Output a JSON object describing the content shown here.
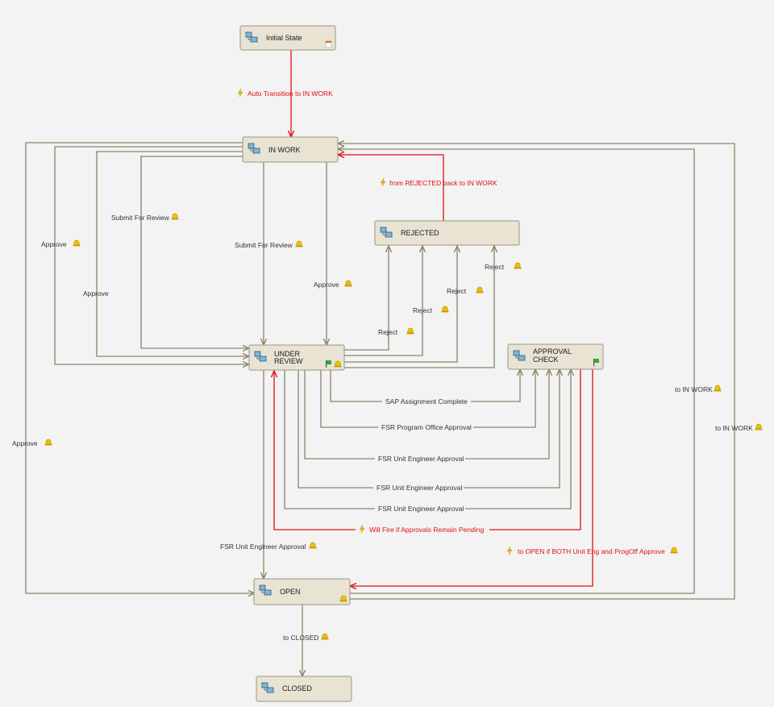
{
  "colors": {
    "edge": "#8a8468",
    "edge_red": "#e01010",
    "node_fill": "#e8e3d2",
    "node_border": "#9a9684",
    "bell": "#e8b400",
    "flag": "#33aa33"
  },
  "nodes": {
    "initial": {
      "label": "Initial State",
      "icon": "workflow-state-icon",
      "badge": "note-icon"
    },
    "in_work": {
      "label": "IN WORK",
      "icon": "workflow-state-icon"
    },
    "rejected": {
      "label": "REJECTED",
      "icon": "workflow-state-icon"
    },
    "under_review": {
      "label_line1": "UNDER",
      "label_line2": "REVIEW",
      "icon": "workflow-state-icon",
      "badge": "flag-bell-icon"
    },
    "approval_check": {
      "label_line1": "APPROVAL",
      "label_line2": "CHECK",
      "icon": "workflow-state-icon",
      "badge": "flag-icon"
    },
    "open": {
      "label": "OPEN",
      "icon": "workflow-state-icon",
      "badge": "bell-icon"
    },
    "closed": {
      "label": "CLOSED",
      "icon": "workflow-state-icon"
    }
  },
  "edges": {
    "auto_transition": "Auto Transition to IN WORK",
    "from_rejected": "from REJECTED back to IN WORK",
    "submit_1": "Submit For Review",
    "submit_2": "Submit For Review",
    "approve_1": "Approve",
    "approve_2": "Approve",
    "approve_3": "Approve",
    "approve_4": "Approve",
    "reject_1": "Reject",
    "reject_2": "Reject",
    "reject_3": "Reject",
    "reject_4": "Reject",
    "sap": "SAP Assignment Complete",
    "fsr_prog": "FSR Program Office Approval",
    "fsr_unit_1": "FSR Unit Engineer Approval",
    "fsr_unit_2": "FSR Unit Engineer Approval",
    "fsr_unit_3": "FSR Unit Engineer Approval",
    "fsr_unit_4": "FSR Unit Engineer Approval",
    "pending": "Will Fire if Approvals Remain Pending",
    "to_open": "to OPEN if BOTH Unit Eng and ProgOff Approve",
    "to_in_work_1": "to IN WORK",
    "to_in_work_2": "to IN WORK",
    "to_closed": "to CLOSED"
  }
}
